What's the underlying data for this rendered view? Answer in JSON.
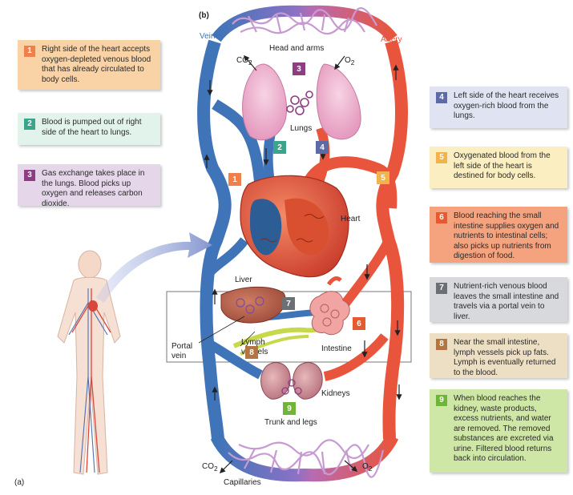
{
  "panels": {
    "a": "(a)",
    "b": "(b)"
  },
  "labels": {
    "vein": "Vein",
    "artery": "Artery",
    "head_arms": "Head and arms",
    "co2_top": "CO",
    "o2_top": "O",
    "lungs": "Lungs",
    "heart": "Heart",
    "liver": "Liver",
    "intestine": "Intestine",
    "portal_vein": "Portal\nvein",
    "lymph_vessels": "Lymph\nvessels",
    "kidneys": "Kidneys",
    "trunk_legs": "Trunk and legs",
    "co2_bottom": "CO",
    "o2_bottom": "O",
    "capillaries": "Capillaries",
    "sub2": "2"
  },
  "callouts": [
    {
      "num": "1",
      "text": "Right side of the heart accepts oxygen-depleted venous blood that has already circulated to body cells.",
      "color": "#f9d3a6",
      "badge": "#f07f4b"
    },
    {
      "num": "2",
      "text": "Blood is pumped out of right side of the heart to lungs.",
      "color": "#e2f3ec",
      "badge": "#3aa58a"
    },
    {
      "num": "3",
      "text": "Gas exchange takes place in the lungs. Blood picks up oxygen and releases carbon dioxide.",
      "color": "#e5d6ea",
      "badge": "#8e3c83"
    },
    {
      "num": "4",
      "text": "Left side of the heart receives oxygen-rich blood from the lungs.",
      "color": "#e0e3f1",
      "badge": "#5c6aa6"
    },
    {
      "num": "5",
      "text": "Oxygenated blood from the left side of the heart is destined for body cells.",
      "color": "#fbeec0",
      "badge": "#f2b34c"
    },
    {
      "num": "6",
      "text": "Blood reaching the small intestine supplies oxygen and nutrients to intestinal cells; also picks up nutrients from digestion of food.",
      "color": "#f5a37f",
      "badge": "#e55a31"
    },
    {
      "num": "7",
      "text": "Nutrient-rich venous blood leaves the small intestine and travels via a portal vein to liver.",
      "color": "#d7d9dc",
      "badge": "#6c6f73"
    },
    {
      "num": "8",
      "text": "Near the small intestine, lymph vessels pick up fats. Lymph is eventually returned to the blood.",
      "color": "#ecdfc3",
      "badge": "#b27644"
    },
    {
      "num": "9",
      "text": "When blood reaches the kidney, waste products, excess nutrients, and water are removed. The removed substances are excreted via urine. Filtered blood returns back into circulation.",
      "color": "#cfe7a6",
      "badge": "#70b43a"
    }
  ],
  "colors": {
    "vein": "#3f74b8",
    "artery": "#e8553c",
    "lymph": "#c7d94a"
  }
}
